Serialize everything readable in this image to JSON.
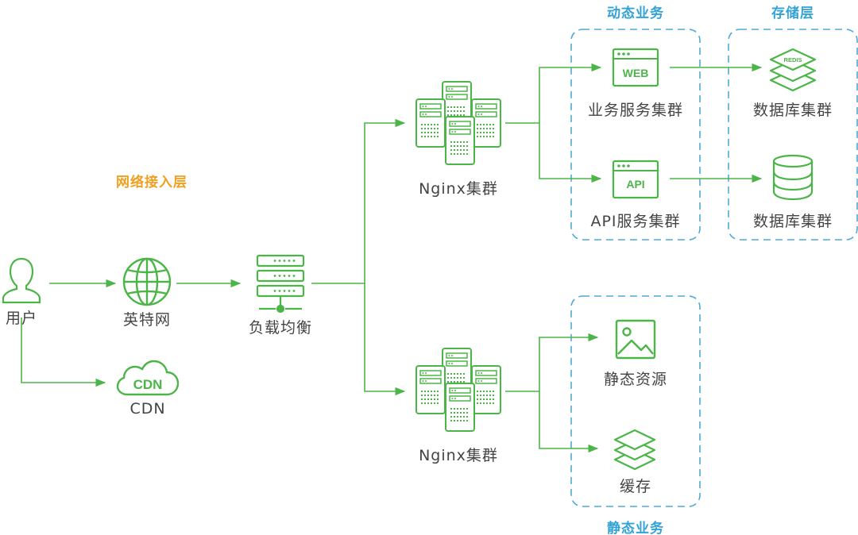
{
  "colors": {
    "green": "#4cb548",
    "dashed_box": "#4fa9d9",
    "section_blue": "#33a3d6",
    "section_orange": "#f0a020",
    "text": "#444444"
  },
  "sections": {
    "network_access": "网络接入层",
    "dynamic_business": "动态业务",
    "storage": "存储层",
    "static_business": "静态业务"
  },
  "nodes": {
    "user": {
      "label": "用户",
      "icon": "user-icon"
    },
    "internet": {
      "label": "英特网",
      "icon": "globe-icon"
    },
    "cdn": {
      "label": "CDN",
      "icon": "cdn-cloud-icon",
      "icon_text": "CDN"
    },
    "load_balancer": {
      "label": "负载均衡",
      "icon": "server-rack-icon"
    },
    "nginx_top": {
      "label": "Nginx集群",
      "icon": "server-cluster-icon"
    },
    "nginx_bottom": {
      "label": "Nginx集群",
      "icon": "server-cluster-icon"
    },
    "web_service": {
      "label": "业务服务集群",
      "icon": "browser-window-icon",
      "icon_text": "WEB"
    },
    "api_service": {
      "label": "API服务集群",
      "icon": "browser-window-icon",
      "icon_text": "API"
    },
    "db_redis": {
      "label": "数据库集群",
      "icon": "redis-layers-icon",
      "icon_text": "REDIS"
    },
    "db_sql": {
      "label": "数据库集群",
      "icon": "database-icon"
    },
    "static_resources": {
      "label": "静态资源",
      "icon": "image-icon"
    },
    "cache": {
      "label": "缓存",
      "icon": "layers-icon"
    }
  }
}
